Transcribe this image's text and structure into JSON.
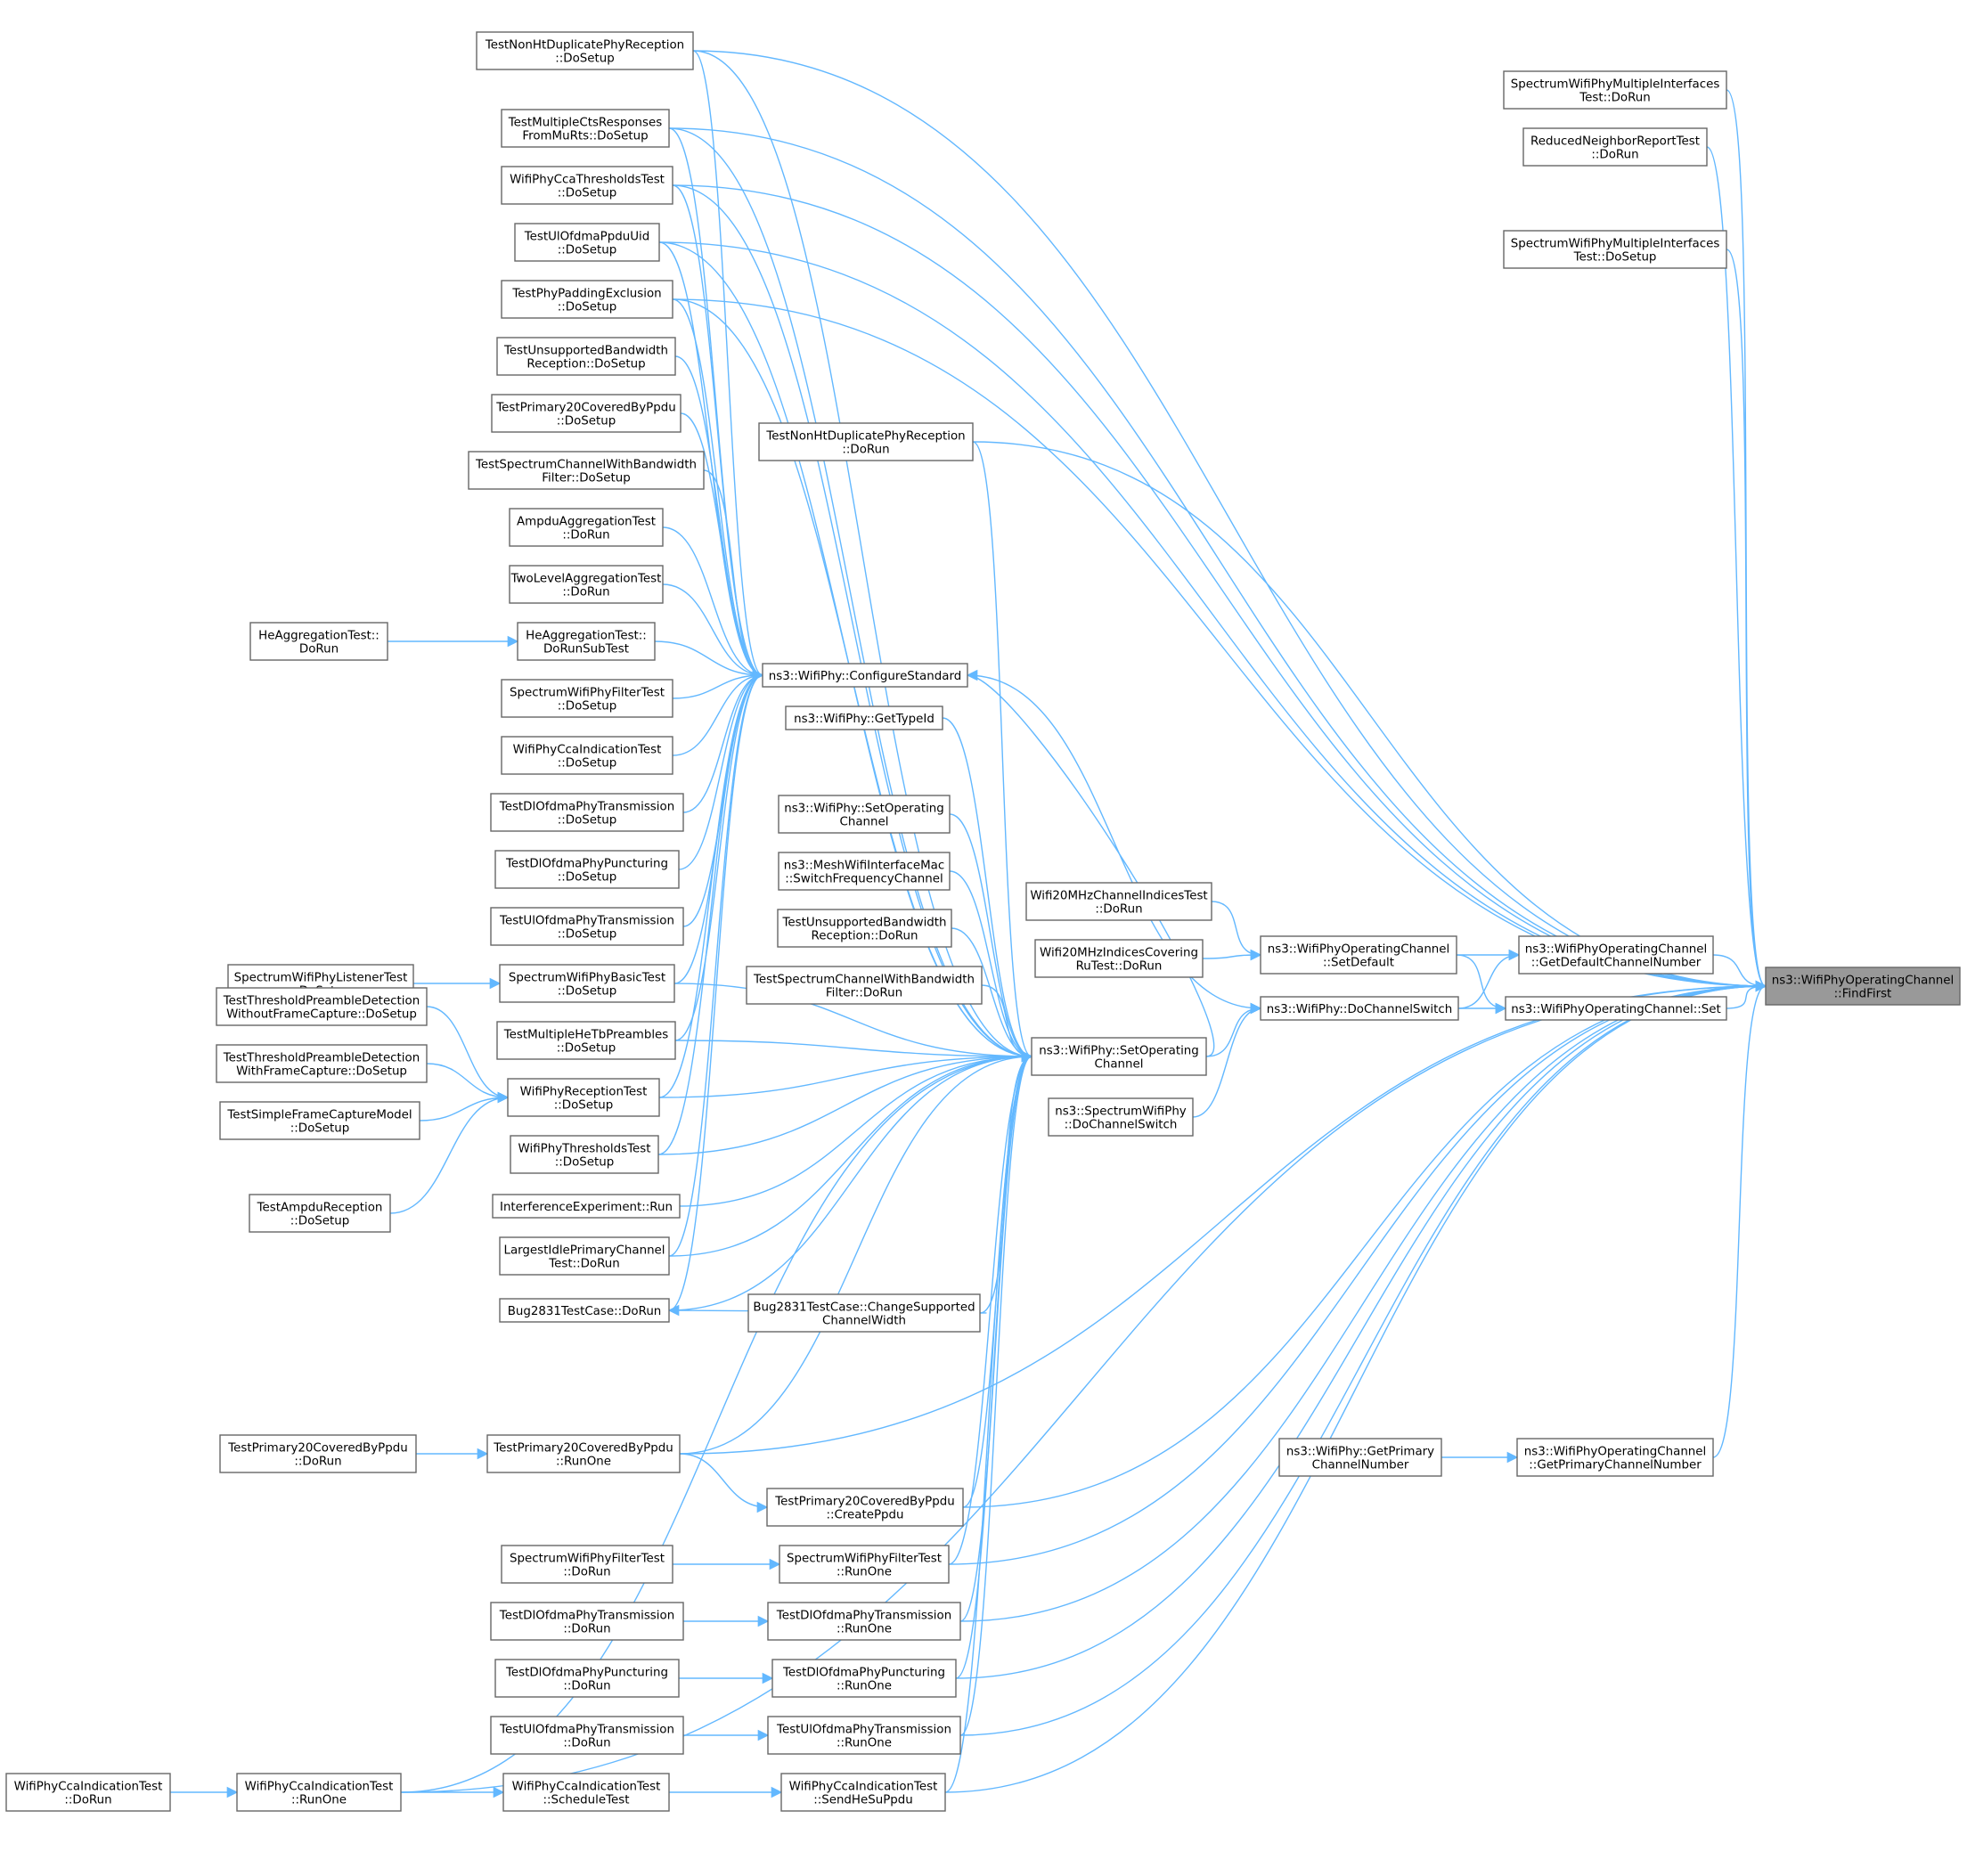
{
  "colors": {
    "edge": "#63b8ff",
    "node_border": "#666666",
    "root_fill": "#999999",
    "node_fill": "#ffffff"
  },
  "nodes": [
    {
      "id": "root",
      "lines": [
        "ns3::WifiPhyOperatingChannel",
        "::FindFirst"
      ]
    },
    {
      "id": "n_nonht_setup",
      "lines": [
        "TestNonHtDuplicatePhyReception",
        "::DoSetup"
      ]
    },
    {
      "id": "n_multicts",
      "lines": [
        "TestMultipleCtsResponses",
        "FromMuRts::DoSetup"
      ]
    },
    {
      "id": "n_ccathresh",
      "lines": [
        "WifiPhyCcaThresholdsTest",
        "::DoSetup"
      ]
    },
    {
      "id": "n_ulofdmauid",
      "lines": [
        "TestUlOfdmaPpduUid",
        "::DoSetup"
      ]
    },
    {
      "id": "n_padding",
      "lines": [
        "TestPhyPaddingExclusion",
        "::DoSetup"
      ]
    },
    {
      "id": "n_unsupbw_setup",
      "lines": [
        "TestUnsupportedBandwidth",
        "Reception::DoSetup"
      ]
    },
    {
      "id": "n_prim20_setup",
      "lines": [
        "TestPrimary20CoveredByPpdu",
        "::DoSetup"
      ]
    },
    {
      "id": "n_specfilter_setup",
      "lines": [
        "TestSpectrumChannelWithBandwidth",
        "Filter::DoSetup"
      ]
    },
    {
      "id": "n_ampdu",
      "lines": [
        "AmpduAggregationTest",
        "::DoRun"
      ]
    },
    {
      "id": "n_twolevel",
      "lines": [
        "TwoLevelAggregationTest",
        "::DoRun"
      ]
    },
    {
      "id": "n_heagg_sub",
      "lines": [
        "HeAggregationTest::",
        "DoRunSubTest"
      ]
    },
    {
      "id": "n_heagg_run",
      "lines": [
        "HeAggregationTest::",
        "DoRun"
      ]
    },
    {
      "id": "n_sfilter_setup",
      "lines": [
        "SpectrumWifiPhyFilterTest",
        "::DoSetup"
      ]
    },
    {
      "id": "n_ccaind_setup",
      "lines": [
        "WifiPhyCcaIndicationTest",
        "::DoSetup"
      ]
    },
    {
      "id": "n_dltx_setup",
      "lines": [
        "TestDlOfdmaPhyTransmission",
        "::DoSetup"
      ]
    },
    {
      "id": "n_dlpunc_setup",
      "lines": [
        "TestDlOfdmaPhyPuncturing",
        "::DoSetup"
      ]
    },
    {
      "id": "n_ultx_setup",
      "lines": [
        "TestUlOfdmaPhyTransmission",
        "::DoSetup"
      ]
    },
    {
      "id": "n_basic_setup",
      "lines": [
        "SpectrumWifiPhyBasicTest",
        "::DoSetup"
      ]
    },
    {
      "id": "n_listener",
      "lines": [
        "SpectrumWifiPhyListenerTest",
        "::DoSetup"
      ]
    },
    {
      "id": "n_multihetb",
      "lines": [
        "TestMultipleHeTbPreambles",
        "::DoSetup"
      ]
    },
    {
      "id": "n_thr_without",
      "lines": [
        "TestThresholdPreambleDetection",
        "WithoutFrameCapture::DoSetup"
      ]
    },
    {
      "id": "n_thr_with",
      "lines": [
        "TestThresholdPreambleDetection",
        "WithFrameCapture::DoSetup"
      ]
    },
    {
      "id": "n_simplefc",
      "lines": [
        "TestSimpleFrameCaptureModel",
        "::DoSetup"
      ]
    },
    {
      "id": "n_ampdurx",
      "lines": [
        "TestAmpduReception",
        "::DoSetup"
      ]
    },
    {
      "id": "n_reception",
      "lines": [
        "WifiPhyReceptionTest",
        "::DoSetup"
      ]
    },
    {
      "id": "n_thresholds",
      "lines": [
        "WifiPhyThresholdsTest",
        "::DoSetup"
      ]
    },
    {
      "id": "n_interference",
      "lines": [
        "InterferenceExperiment::Run"
      ]
    },
    {
      "id": "n_largestidle",
      "lines": [
        "LargestIdlePrimaryChannel",
        "Test::DoRun"
      ]
    },
    {
      "id": "n_bug2831_run",
      "lines": [
        "Bug2831TestCase::DoRun"
      ]
    },
    {
      "id": "n_bug2831_change",
      "lines": [
        "Bug2831TestCase::ChangeSupported",
        "ChannelWidth"
      ]
    },
    {
      "id": "n_configure",
      "lines": [
        "ns3::WifiPhy::ConfigureStandard"
      ]
    },
    {
      "id": "n_gettypeid",
      "lines": [
        "ns3::WifiPhy::GetTypeId"
      ]
    },
    {
      "id": "n_setopch_attr",
      "lines": [
        "ns3::WifiPhy::SetOperating",
        "Channel"
      ]
    },
    {
      "id": "n_meshswitch",
      "lines": [
        "ns3::MeshWifiInterfaceMac",
        "::SwitchFrequencyChannel"
      ]
    },
    {
      "id": "n_unsupbw_run",
      "lines": [
        "TestUnsupportedBandwidth",
        "Reception::DoRun"
      ]
    },
    {
      "id": "n_specfilter_run",
      "lines": [
        "TestSpectrumChannelWithBandwidth",
        "Filter::DoRun"
      ]
    },
    {
      "id": "n_nonht_run",
      "lines": [
        "TestNonHtDuplicatePhyReception",
        "::DoRun"
      ]
    },
    {
      "id": "n_setopch",
      "lines": [
        "ns3::WifiPhy::SetOperating",
        "Channel"
      ]
    },
    {
      "id": "n_spectrum_switch",
      "lines": [
        "ns3::SpectrumWifiPhy",
        "::DoChannelSwitch"
      ]
    },
    {
      "id": "n_w20idx",
      "lines": [
        "Wifi20MHzChannelIndicesTest",
        "::DoRun"
      ]
    },
    {
      "id": "n_w20ru",
      "lines": [
        "Wifi20MHzIndicesCovering",
        "RuTest::DoRun"
      ]
    },
    {
      "id": "n_setdefault",
      "lines": [
        "ns3::WifiPhyOperatingChannel",
        "::SetDefault"
      ]
    },
    {
      "id": "n_dochswitch",
      "lines": [
        "ns3::WifiPhy::DoChannelSwitch"
      ]
    },
    {
      "id": "n_getdefault",
      "lines": [
        "ns3::WifiPhyOperatingChannel",
        "::GetDefaultChannelNumber"
      ]
    },
    {
      "id": "n_set",
      "lines": [
        "ns3::WifiPhyOperatingChannel::Set"
      ]
    },
    {
      "id": "n_multiif_run",
      "lines": [
        "SpectrumWifiPhyMultipleInterfaces",
        "Test::DoRun"
      ]
    },
    {
      "id": "n_reduced",
      "lines": [
        "ReducedNeighborReportTest",
        "::DoRun"
      ]
    },
    {
      "id": "n_multiif_setup",
      "lines": [
        "SpectrumWifiPhyMultipleInterfaces",
        "Test::DoSetup"
      ]
    },
    {
      "id": "n_getprimnum",
      "lines": [
        "ns3::WifiPhy::GetPrimary",
        "ChannelNumber"
      ]
    },
    {
      "id": "n_getprimch",
      "lines": [
        "ns3::WifiPhyOperatingChannel",
        "::GetPrimaryChannelNumber"
      ]
    },
    {
      "id": "n_prim20_dorun",
      "lines": [
        "TestPrimary20CoveredByPpdu",
        "::DoRun"
      ]
    },
    {
      "id": "n_prim20_runone",
      "lines": [
        "TestPrimary20CoveredByPpdu",
        "::RunOne"
      ]
    },
    {
      "id": "n_prim20_create",
      "lines": [
        "TestPrimary20CoveredByPpdu",
        "::CreatePpdu"
      ]
    },
    {
      "id": "n_sfilter_dorun",
      "lines": [
        "SpectrumWifiPhyFilterTest",
        "::DoRun"
      ]
    },
    {
      "id": "n_sfilter_runone",
      "lines": [
        "SpectrumWifiPhyFilterTest",
        "::RunOne"
      ]
    },
    {
      "id": "n_dltx_dorun",
      "lines": [
        "TestDlOfdmaPhyTransmission",
        "::DoRun"
      ]
    },
    {
      "id": "n_dltx_runone",
      "lines": [
        "TestDlOfdmaPhyTransmission",
        "::RunOne"
      ]
    },
    {
      "id": "n_dlpunc_dorun",
      "lines": [
        "TestDlOfdmaPhyPuncturing",
        "::DoRun"
      ]
    },
    {
      "id": "n_dlpunc_runone",
      "lines": [
        "TestDlOfdmaPhyPuncturing",
        "::RunOne"
      ]
    },
    {
      "id": "n_ultx_dorun",
      "lines": [
        "TestUlOfdmaPhyTransmission",
        "::DoRun"
      ]
    },
    {
      "id": "n_ultx_runone",
      "lines": [
        "TestUlOfdmaPhyTransmission",
        "::RunOne"
      ]
    },
    {
      "id": "n_cca_dorun",
      "lines": [
        "WifiPhyCcaIndicationTest",
        "::DoRun"
      ]
    },
    {
      "id": "n_cca_runone",
      "lines": [
        "WifiPhyCcaIndicationTest",
        "::RunOne"
      ]
    },
    {
      "id": "n_cca_schedule",
      "lines": [
        "WifiPhyCcaIndicationTest",
        "::ScheduleTest"
      ]
    },
    {
      "id": "n_cca_send",
      "lines": [
        "WifiPhyCcaIndicationTest",
        "::SendHeSuPpdu"
      ]
    }
  ]
}
